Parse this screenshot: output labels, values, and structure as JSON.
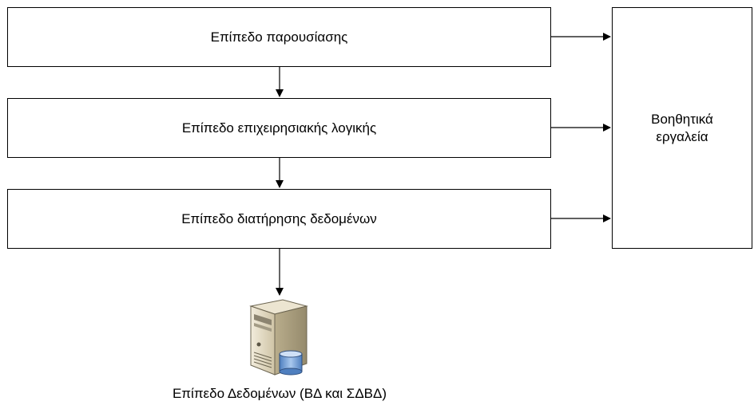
{
  "layers": {
    "presentation": "Επίπεδο παρουσίασης",
    "business_logic": "Επίπεδο επιχειρησιακής λογικής",
    "persistence": "Επίπεδο διατήρησης δεδομένων"
  },
  "tools": {
    "label": "Βοηθητικά εργαλεία"
  },
  "data_layer": {
    "label": "Επίπεδο Δεδομένων (ΒΔ και ΣΔΒΔ)",
    "icon": "database-server-icon"
  },
  "colors": {
    "stroke": "#000000",
    "server_body": "#d9d0b8",
    "database": "#6e9bd1"
  }
}
